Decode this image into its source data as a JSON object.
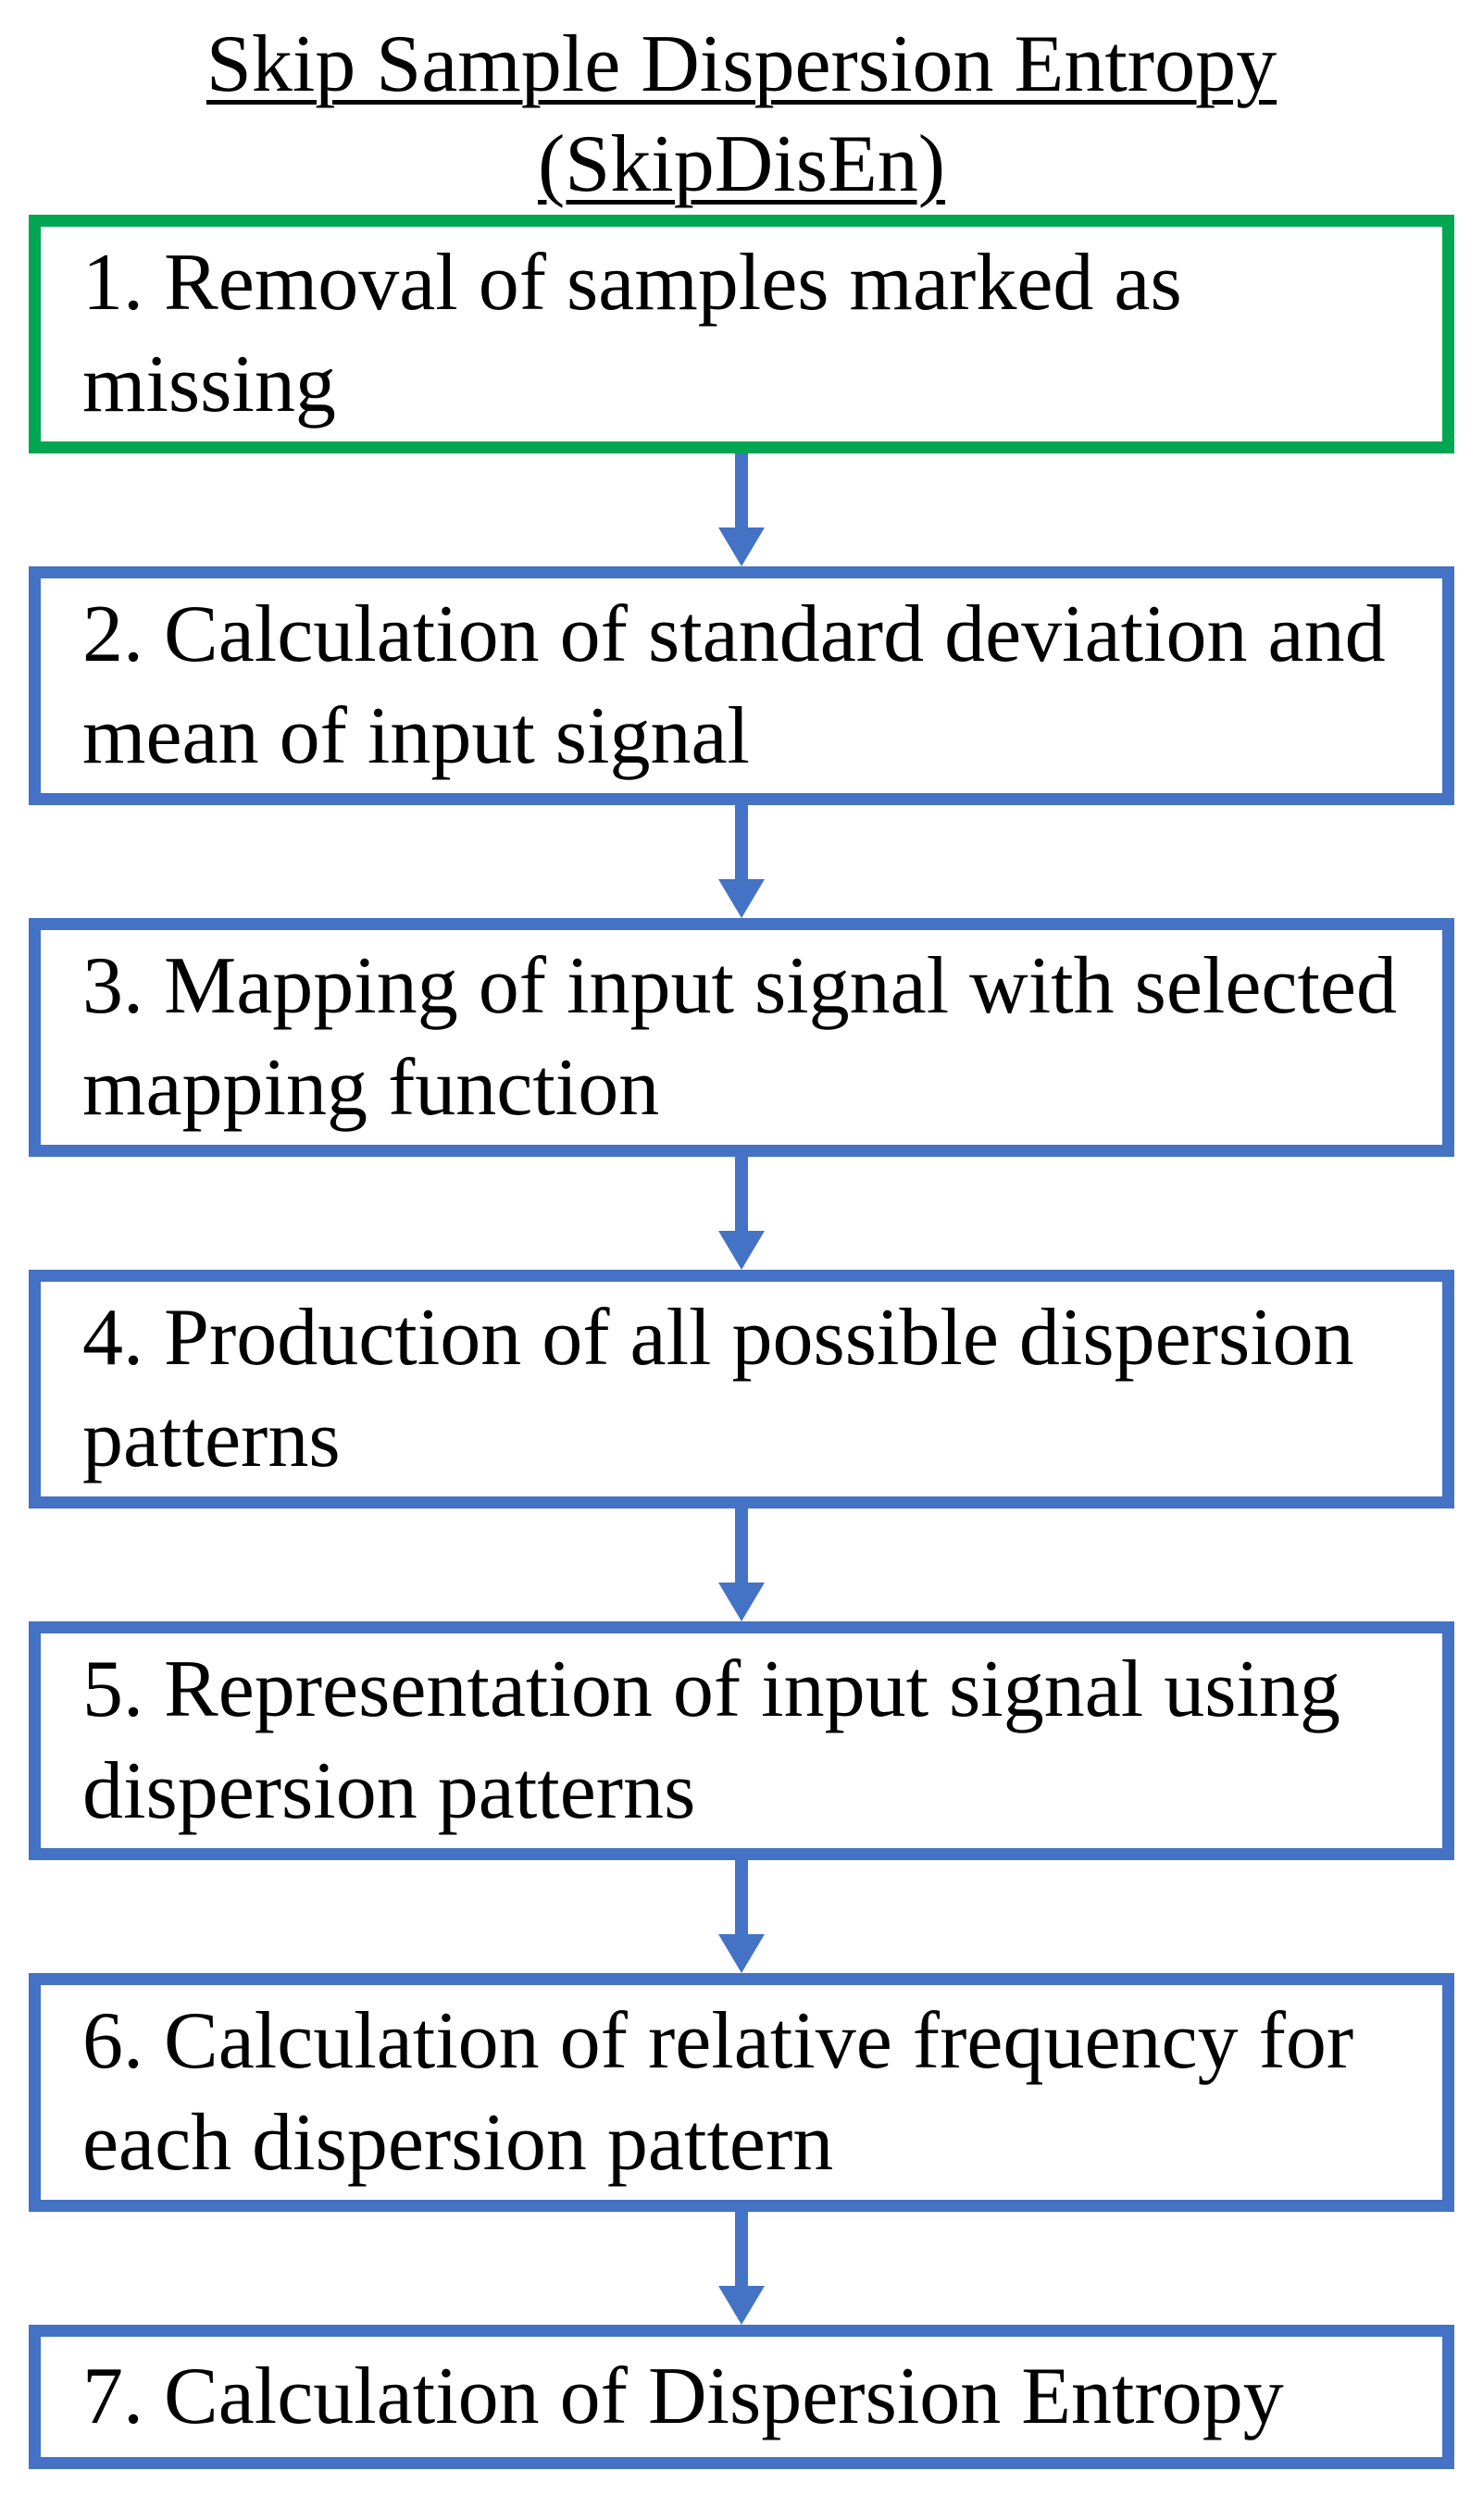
{
  "title": {
    "line1": "Skip Sample Dispersion Entropy",
    "line2": "(SkipDisEn)"
  },
  "steps": [
    {
      "label": "1. Removal of samples marked as missing",
      "border_color": "#00A651"
    },
    {
      "label": "2. Calculation of standard deviation and mean of input signal",
      "border_color": "#4472C4"
    },
    {
      "label": "3. Mapping of input signal with selected mapping function",
      "border_color": "#4472C4"
    },
    {
      "label": "4. Production of all possible dispersion patterns",
      "border_color": "#4472C4"
    },
    {
      "label": "5. Representation of input signal using dispersion patterns",
      "border_color": "#4472C4"
    },
    {
      "label": "6. Calculation of relative frequency for each dispersion pattern",
      "border_color": "#4472C4"
    },
    {
      "label": "7. Calculation of Dispersion Entropy",
      "border_color": "#4472C4"
    }
  ],
  "colors": {
    "arrow_blue": "#4472C4",
    "box_blue": "#4472C4",
    "box_green": "#00A651",
    "text": "#000000",
    "background": "#FFFFFF"
  }
}
